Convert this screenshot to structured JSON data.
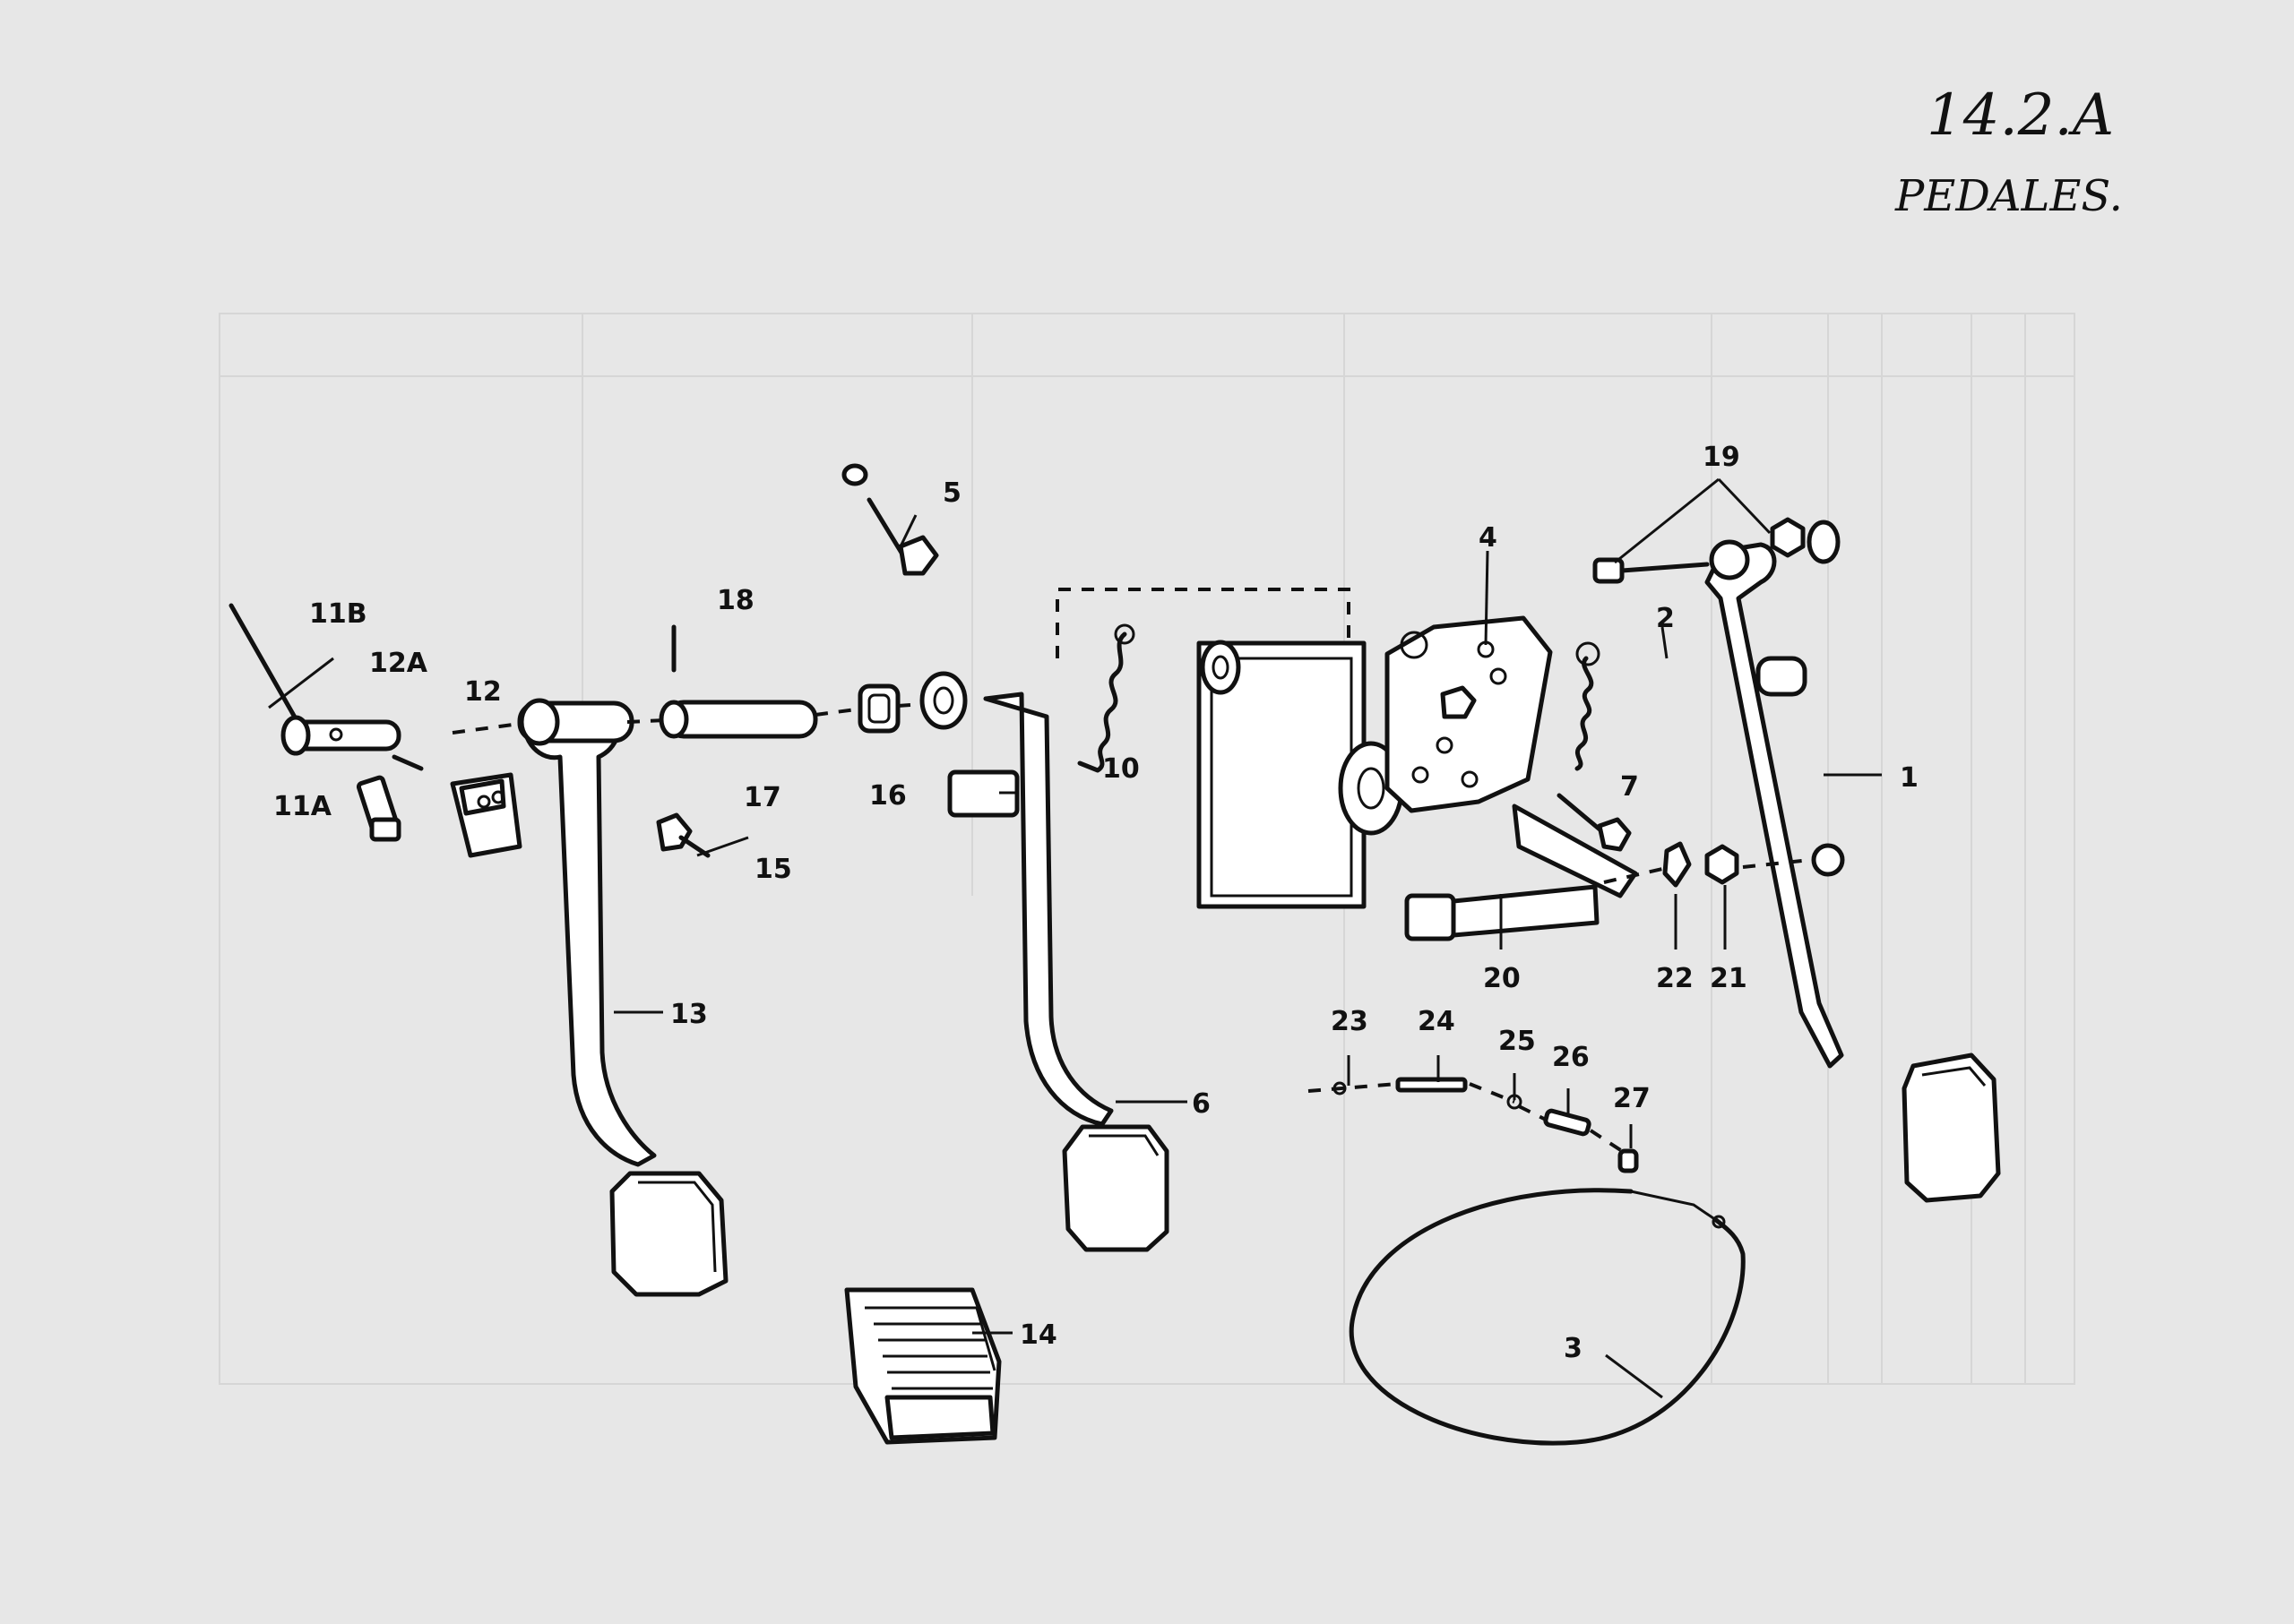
{
  "header": {
    "page_ref": "14.2.A",
    "title": "PEDALES."
  },
  "part_numbers": [
    "1",
    "2",
    "3",
    "4",
    "5",
    "6",
    "7",
    "10",
    "11A",
    "11B",
    "12",
    "12A",
    "13",
    "14",
    "15",
    "16",
    "17",
    "18",
    "19",
    "20",
    "21",
    "22",
    "23",
    "24",
    "25",
    "26",
    "27"
  ],
  "labels": {
    "n1": "1",
    "n2": "2",
    "n3": "3",
    "n4": "4",
    "n5": "5",
    "n6": "6",
    "n7": "7",
    "n10": "10",
    "n11a": "11A",
    "n11b": "11B",
    "n12": "12",
    "n12a": "12A",
    "n13": "13",
    "n14": "14",
    "n15": "15",
    "n16": "16",
    "n17": "17",
    "n18": "18",
    "n19": "19",
    "n20": "20",
    "n21": "21",
    "n22": "22",
    "n23": "23",
    "n24": "24",
    "n25": "25",
    "n26": "26",
    "n27": "27"
  },
  "colors": {
    "ink": "#111111",
    "paper": "#e7e7e7",
    "ghost": "#cfcfcf"
  }
}
